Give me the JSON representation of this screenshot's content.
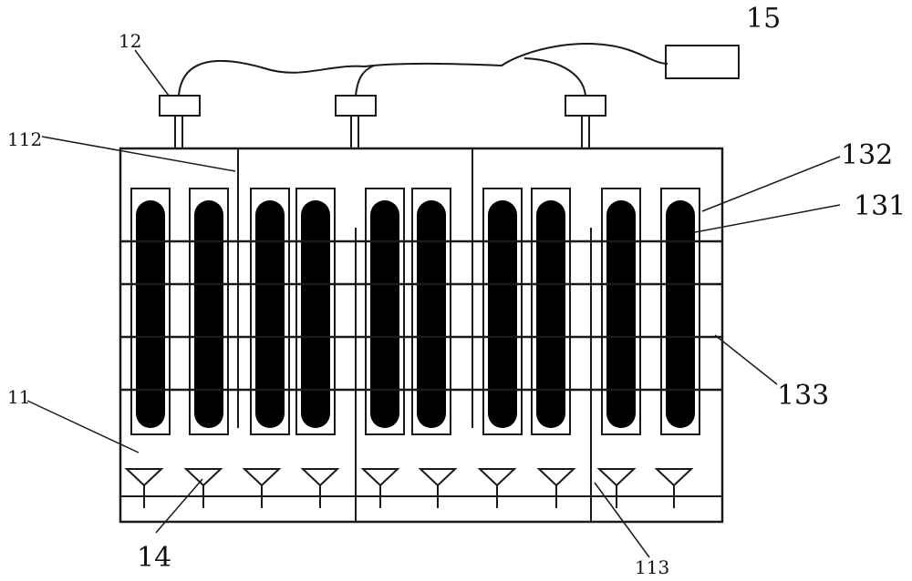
{
  "labels": {
    "tank": "11",
    "inlet": "12",
    "lower_baffle": "113",
    "upper_baffle": "112",
    "outer_frame": "132",
    "electrode": "131",
    "grid": "133",
    "diffuser": "14",
    "controller": "15"
  },
  "colors": {
    "line": "#1a1a1a",
    "fill": "#000000",
    "background": "#ffffff"
  },
  "counts": {
    "electrodes": 10,
    "diffusers": 10,
    "inlets": 3
  }
}
